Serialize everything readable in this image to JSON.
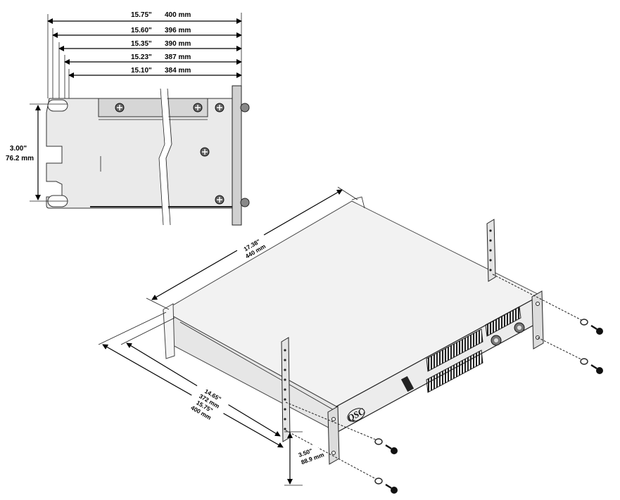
{
  "side_view": {
    "depth_dims": [
      {
        "inches": "15.75\"",
        "mm": "400 mm"
      },
      {
        "inches": "15.60\"",
        "mm": "396 mm"
      },
      {
        "inches": "15.35\"",
        "mm": "390 mm"
      },
      {
        "inches": "15.23\"",
        "mm": "387 mm"
      },
      {
        "inches": "15.10\"",
        "mm": "384 mm"
      }
    ],
    "height_dim": {
      "inches": "3.00\"",
      "mm": "76.2 mm"
    }
  },
  "iso_view": {
    "width_dim": {
      "inches": "17.38\"",
      "mm": "440 mm"
    },
    "depth_inner": {
      "inches": "14.65\"",
      "mm": "372 mm"
    },
    "depth_outer": {
      "inches": "15.75\"",
      "mm": "400 mm"
    },
    "height_dim": {
      "inches": "3.50\"",
      "mm": "88.9 mm"
    },
    "brand_logo": "QSC"
  }
}
